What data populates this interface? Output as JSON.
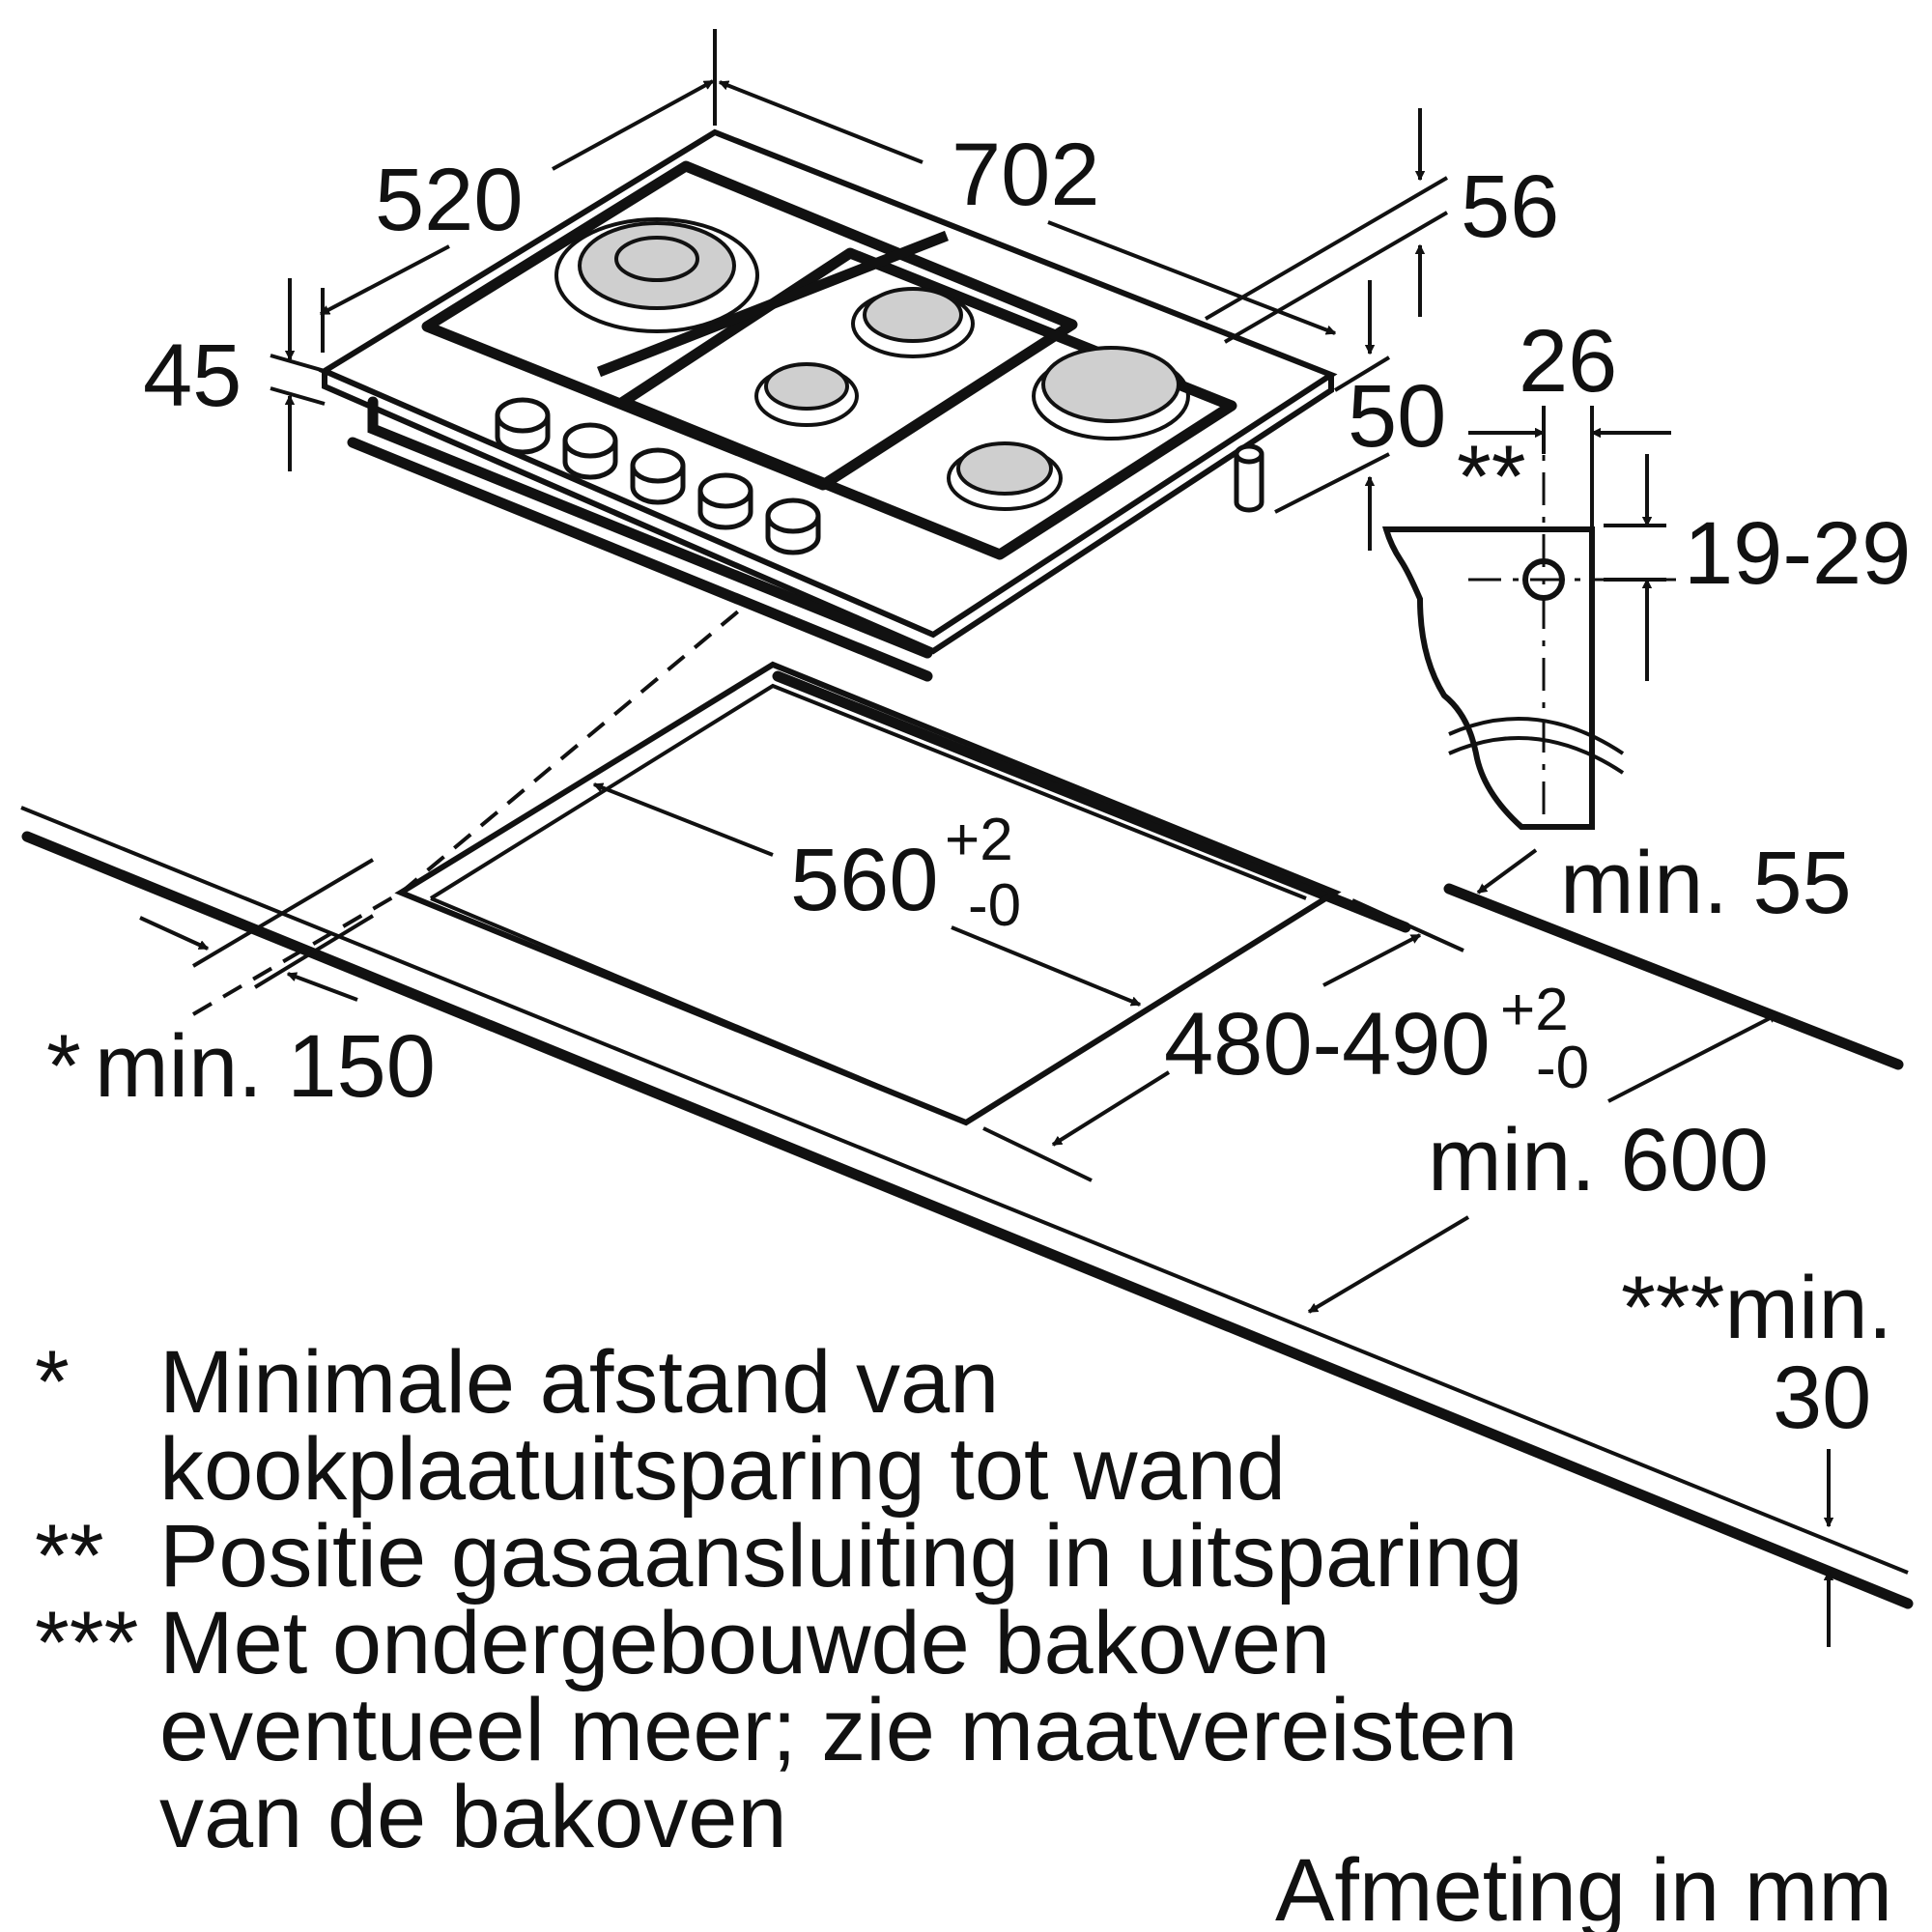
{
  "dimensions": {
    "width_702": "702",
    "depth_520": "520",
    "height_45": "45",
    "height_56": "56",
    "height_50": "50",
    "offset_26": "26",
    "gas_19_29": "19-29",
    "gas_marker": "**",
    "cutout_width_base": "560",
    "cutout_width_tol_plus": "+2",
    "cutout_width_tol_minus": "-0",
    "cutout_depth_base": "480-490",
    "cutout_depth_tol_plus": "+2",
    "cutout_depth_tol_minus": "-0",
    "min_55": "min. 55",
    "min_150_marker": "*",
    "min_150": "min. 150",
    "min_600": "min. 600",
    "min_30_line1": "***min.",
    "min_30_line2": "30"
  },
  "notes": [
    {
      "marker": "*",
      "lines": [
        "Minimale afstand van",
        "kookplaatuitsparing tot wand"
      ]
    },
    {
      "marker": "**",
      "lines": [
        "Positie gasaansluiting in uitsparing"
      ]
    },
    {
      "marker": "***",
      "lines": [
        "Met ondergebouwde bakoven",
        "eventueel meer; zie maatvereisten",
        "van de bakoven"
      ]
    }
  ],
  "unit_note": "Afmeting in mm"
}
